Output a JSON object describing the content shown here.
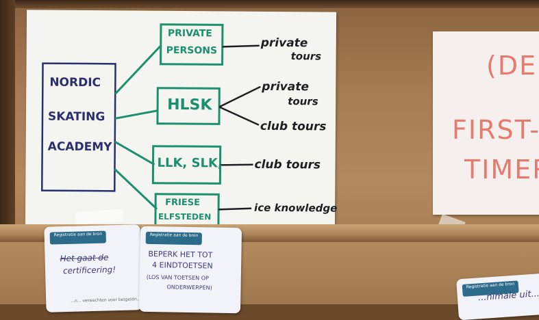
{
  "main_poster": {
    "academy": [
      "NORDIC",
      "SKATING",
      "ACADEMY"
    ],
    "branches": [
      {
        "label": [
          "PRIVATE",
          "PERSONS"
        ],
        "outputs": [
          [
            "private",
            "tours"
          ]
        ]
      },
      {
        "label": [
          "HLSK"
        ],
        "outputs": [
          [
            "private",
            "tours"
          ],
          [
            "club tours"
          ]
        ]
      },
      {
        "label": [
          "LLK, SLK,"
        ],
        "outputs": [
          [
            "club tours"
          ]
        ]
      },
      {
        "label": [
          "FRIESE",
          "ELFSTEDEN"
        ],
        "outputs": [
          [
            "ice knowledge"
          ]
        ]
      }
    ]
  },
  "right_poster": {
    "lines": [
      "(DE",
      "FIRST-",
      "TIMER"
    ]
  },
  "notes": [
    {
      "header": "Registratie aan de bron",
      "subheader": "",
      "lines": [
        "Het gaat de",
        "certificering!"
      ],
      "footer": "...n... verwachten voor betgeldri..."
    },
    {
      "header": "Registratie aan de bron",
      "subheader": "",
      "lines": [
        "BEPERK HET TOT",
        "4 EINDTOETSEN",
        "(LOS VAN TOETSEN OP",
        "ONDERWERPEN)"
      ]
    },
    {
      "header": "Registratie aan de bron",
      "lines": [
        "...nimale uit..."
      ]
    }
  ],
  "colors": {
    "green_marker": "#1b8f6e",
    "navy_marker": "#2b2f6e",
    "black_marker": "#1f1f22",
    "red_marker": "#e57a6e",
    "wood": "#b28a5e"
  }
}
